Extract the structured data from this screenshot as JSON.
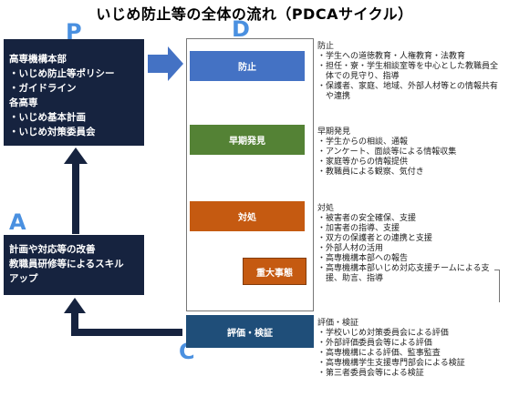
{
  "title": "いじめ防止等の全体の流れ（PDCAサイクル）",
  "letters": {
    "p": "P",
    "d": "D",
    "c": "C",
    "a": "A"
  },
  "plan": {
    "lines": [
      "高専機構本部",
      "・いじめ防止等ポリシー",
      "・ガイドライン",
      "各高専",
      "・いじめ基本計画",
      "・いじめ対策委員会"
    ]
  },
  "act": {
    "lines": [
      "計画や対応等の改善",
      "教職員研修等によるスキル",
      "アップ"
    ]
  },
  "stages": {
    "prevention": "防止",
    "early": "早期発見",
    "response": "対処",
    "serious": "重大事態",
    "evaluation": "評価・検証"
  },
  "details": {
    "prevention": {
      "heading": "防止",
      "items": [
        "学生への道徳教育・人権教育・法教育",
        "担任・寮・学生相談室等を中心とした教職員全体での見守り、指導",
        "保護者、家庭、地域、外部人材等との情報共有や連携"
      ]
    },
    "early": {
      "heading": "早期発見",
      "items": [
        "学生からの相談、通報",
        "アンケート、面談等による情報収集",
        "家庭等からの情報提供",
        "教職員による観察、気付き"
      ]
    },
    "response": {
      "heading": "対処",
      "items": [
        "被害者の安全確保、支援",
        "加害者の指導、支援",
        "双方の保護者との連携と支援",
        "外部人材の活用",
        "高専機構本部への報告",
        "高専機構本部いじめ対応支援チームによる支援、助言、指導"
      ]
    },
    "evaluation": {
      "heading": "評価・検証",
      "items": [
        "学校いじめ対策委員会による評価",
        "外部評価委員会等による評価",
        "高専機構による評価、監事監査",
        "高専機構学生支援専門部会による検証",
        "第三者委員会等による検証"
      ]
    }
  },
  "colors": {
    "dark_box": "#16233f",
    "prevention": "#4472c4",
    "early": "#548235",
    "response": "#c55a11",
    "evaluation": "#1f4e79",
    "letter": "#4a90e0"
  }
}
